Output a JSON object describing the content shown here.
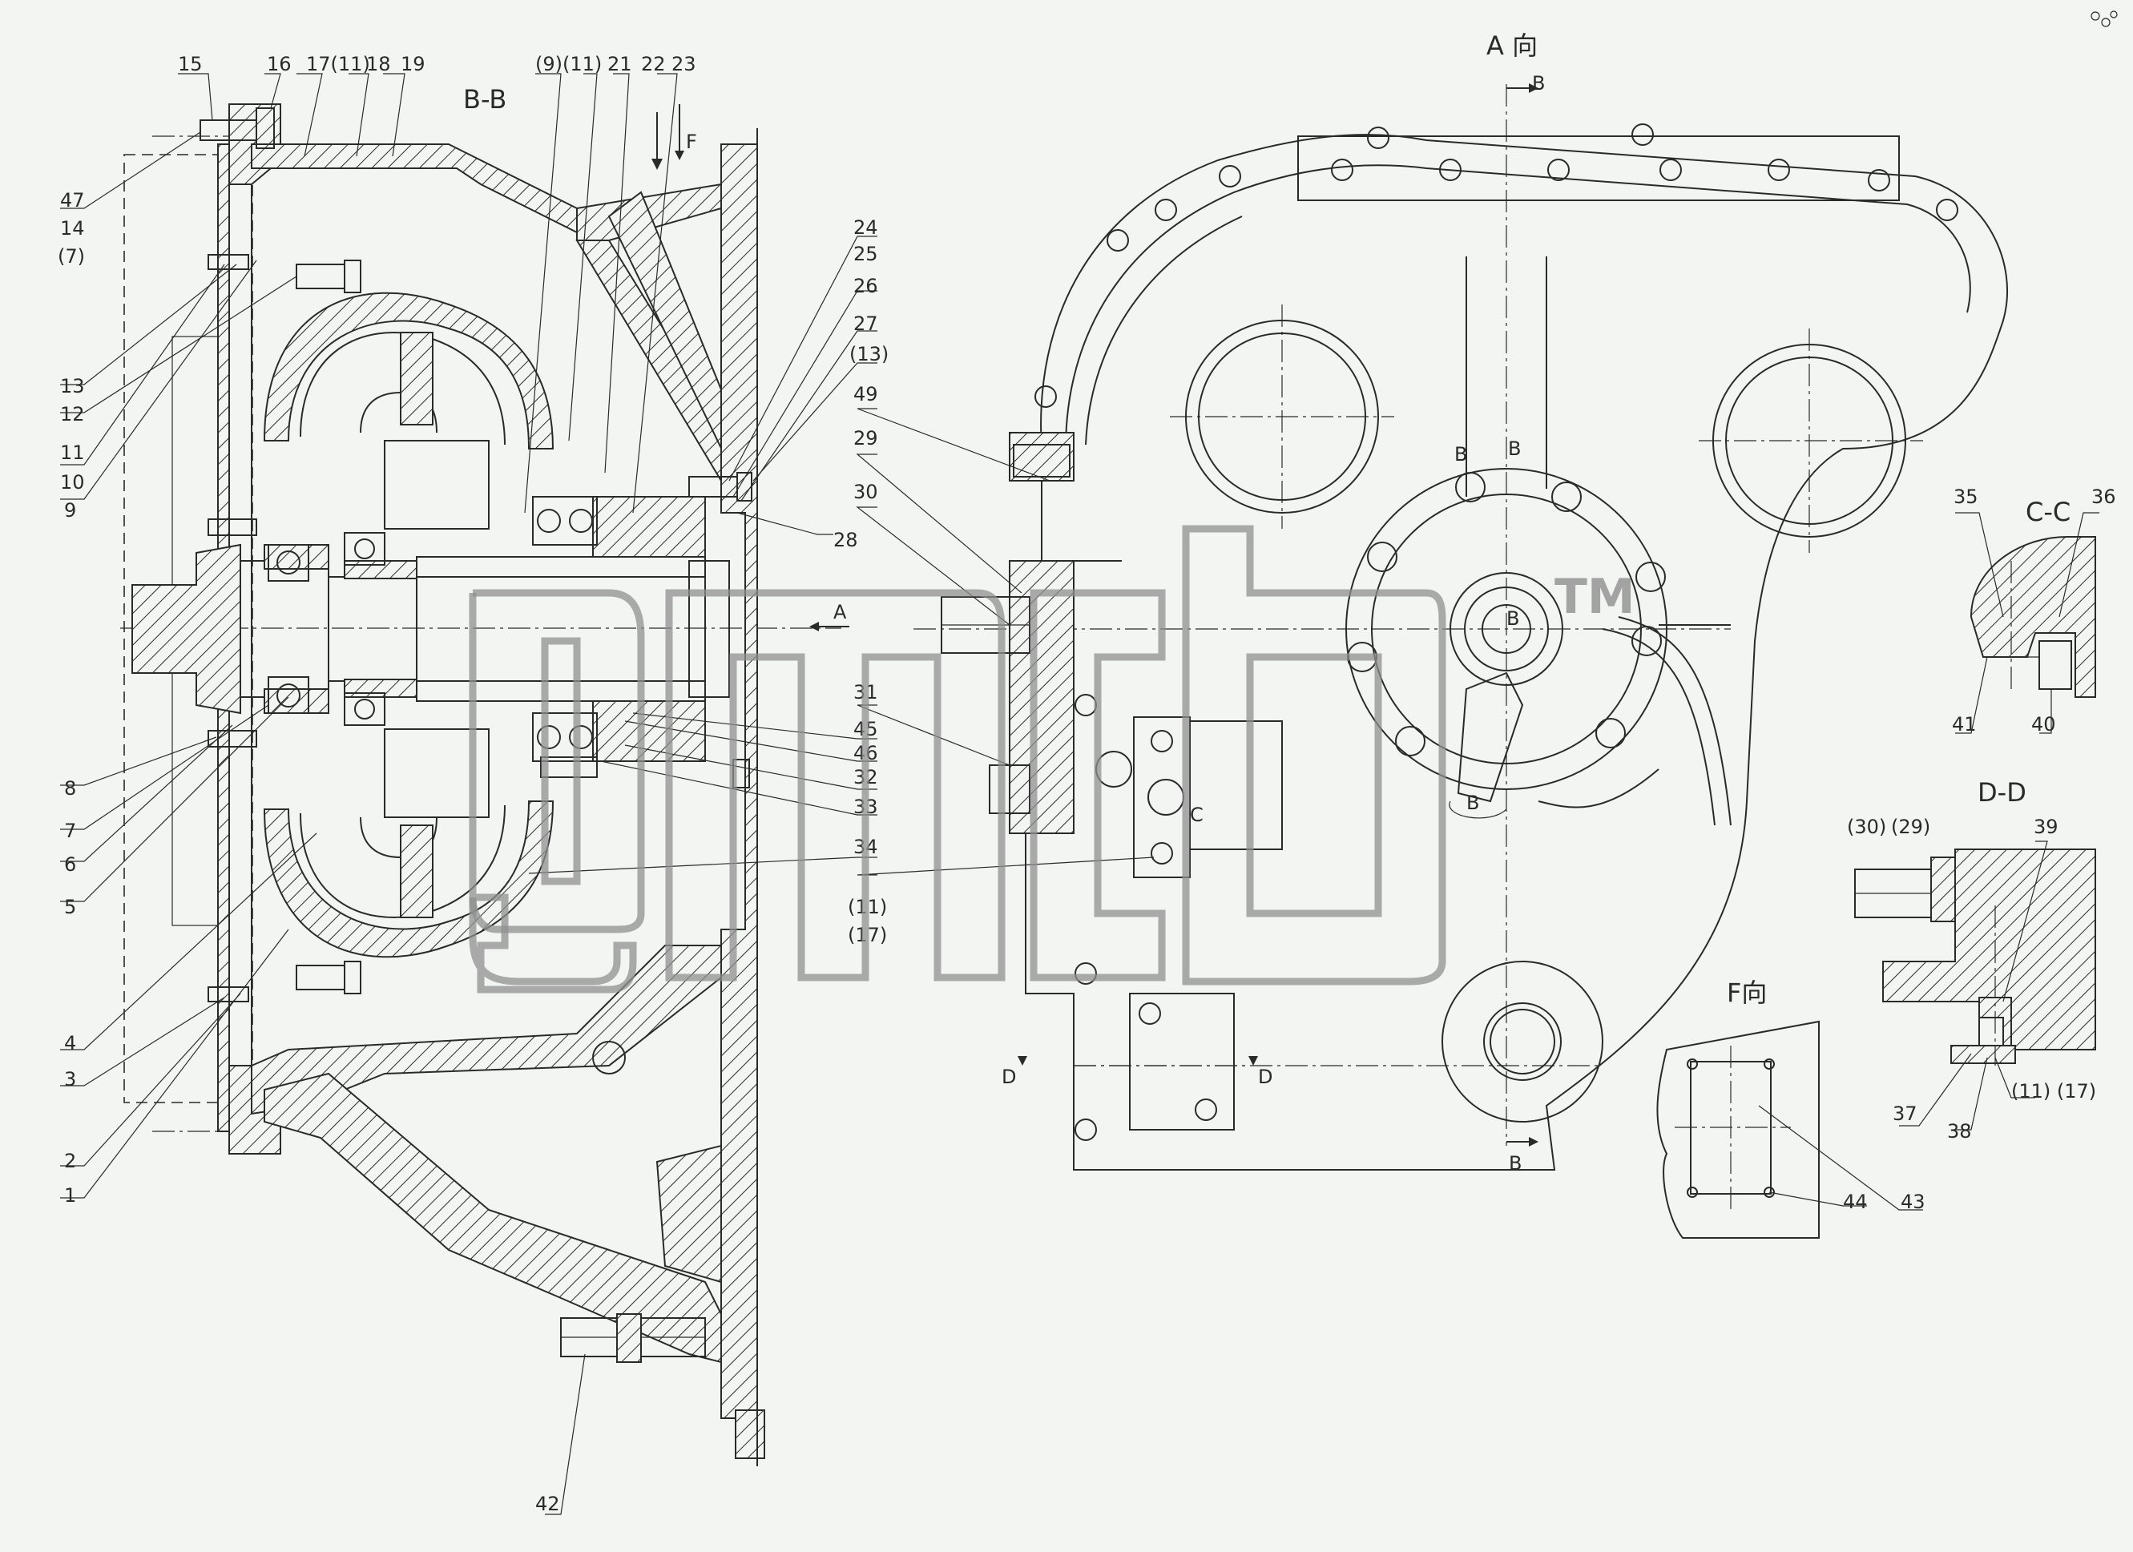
{
  "views": {
    "bb": "B-B",
    "a": "A 向",
    "cc": "C-C",
    "dd": "D-D",
    "f": "F向"
  },
  "section_markers": {
    "b_top": "B",
    "b_bottom": "B",
    "b_left": "B",
    "b_right": "B",
    "b_center": "B",
    "b_lower": "B",
    "a_arrow": "A",
    "f_arrow": "F",
    "c_arrow": "C",
    "d_left": "D",
    "d_right": "D"
  },
  "callouts": {
    "left_column": [
      "47",
      "14",
      "(7)",
      "13",
      "12",
      "11",
      "10",
      "9",
      "8",
      "7",
      "6",
      "5",
      "4",
      "3",
      "2",
      "1"
    ],
    "top_row": [
      "15",
      "16",
      "17(11)",
      "18",
      "19",
      "(9)(11)",
      "21",
      "22",
      "23"
    ],
    "middle_column_upper": [
      "24",
      "25",
      "26",
      "27",
      "(13)",
      "49",
      "29",
      "30",
      "28"
    ],
    "middle_column_lower": [
      "31",
      "45",
      "46",
      "32",
      "33",
      "34",
      "(11)",
      "(17)"
    ],
    "bottom": [
      "42"
    ],
    "cc_view": [
      "35",
      "36",
      "41",
      "40"
    ],
    "dd_view": [
      "(30)",
      "(29)",
      "39",
      "37",
      "38",
      "(11) (17)"
    ],
    "f_view": [
      "44",
      "43"
    ]
  },
  "watermark": {
    "logo_text": "gmcb",
    "trademark": "TM"
  },
  "icons": {
    "corner": "drawing-corner-mark-icon"
  }
}
